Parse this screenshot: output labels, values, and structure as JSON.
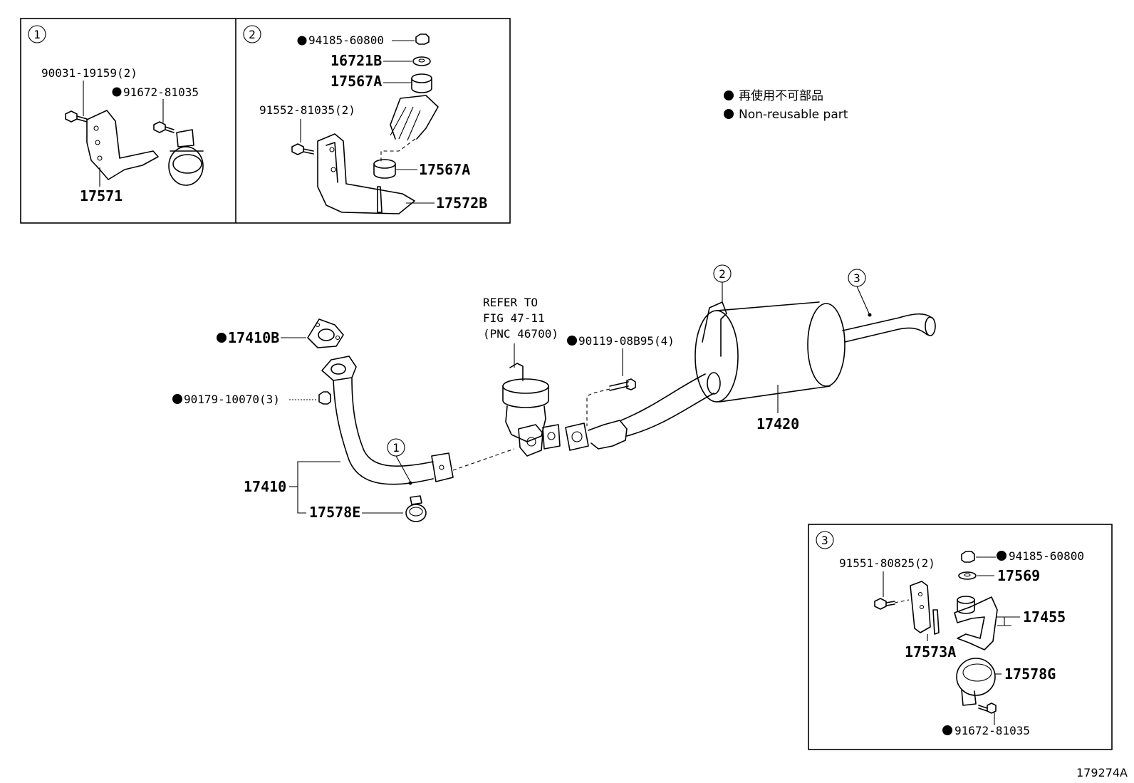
{
  "inset1": {
    "marker": "1",
    "bolt": "90031-19159(2)",
    "bolt2": "91672-81035",
    "bracket": "17571"
  },
  "inset2": {
    "marker": "2",
    "nut": "94185-60800",
    "washer": "16721B",
    "cushion_top": "17567A",
    "bolt": "91552-81035(2)",
    "cushion_bottom": "17567A",
    "bracket": "17572B"
  },
  "inset3": {
    "marker": "3",
    "bolt": "91551-80825(2)",
    "nut": "94185-60800",
    "washer": "17569",
    "bracket_hanger": "17455",
    "bracket": "17573A",
    "clamp": "17578G",
    "bolt2": "91672-81035"
  },
  "legend": {
    "japanese": "再使用不可部品",
    "english": "Non-reusable part"
  },
  "main": {
    "gasket": "17410B",
    "nut": "90179-10070(3)",
    "front_pipe": "17410",
    "clamp": "17578E",
    "refer_line1": "REFER TO",
    "refer_line2": "FIG 47-11",
    "refer_line3": "(PNC 46700)",
    "bolt": "90119-08B95(4)",
    "tail_pipe": "17420",
    "marker1": "1",
    "marker2": "2",
    "marker3": "3"
  },
  "figure_code": "179274A"
}
